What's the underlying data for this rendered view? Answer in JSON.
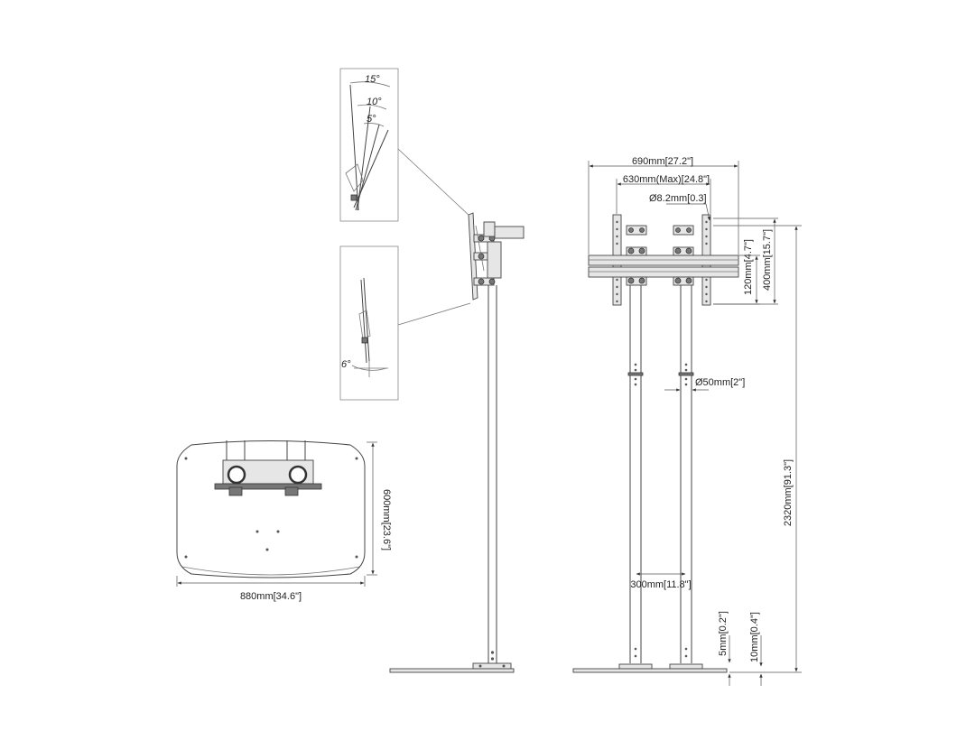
{
  "detail_tilt": {
    "angles": [
      "15°",
      "10°",
      "5°"
    ],
    "bottom_angle": "6°"
  },
  "base_plate": {
    "width_label": "880mm[34.6\"]",
    "depth_label": "600mm[23.6\"]"
  },
  "front_view": {
    "overall_width": "690mm[27.2\"]",
    "max_vesa_width": "630mm(Max)[24.8\"]",
    "hole_diameter": "Ø8.2mm[0.3]",
    "rail_spacing": "120mm[4.7\"]",
    "max_vesa_height": "400mm[15.7\"]",
    "pole_diameter": "Ø50mm[2\"]",
    "pole_spacing": "300mm[11.8\"]",
    "total_height": "2320mm[91.3\"]",
    "foot_gap": "5mm[0.2\"]",
    "plate_thickness": "10mm[0.4\"]"
  }
}
